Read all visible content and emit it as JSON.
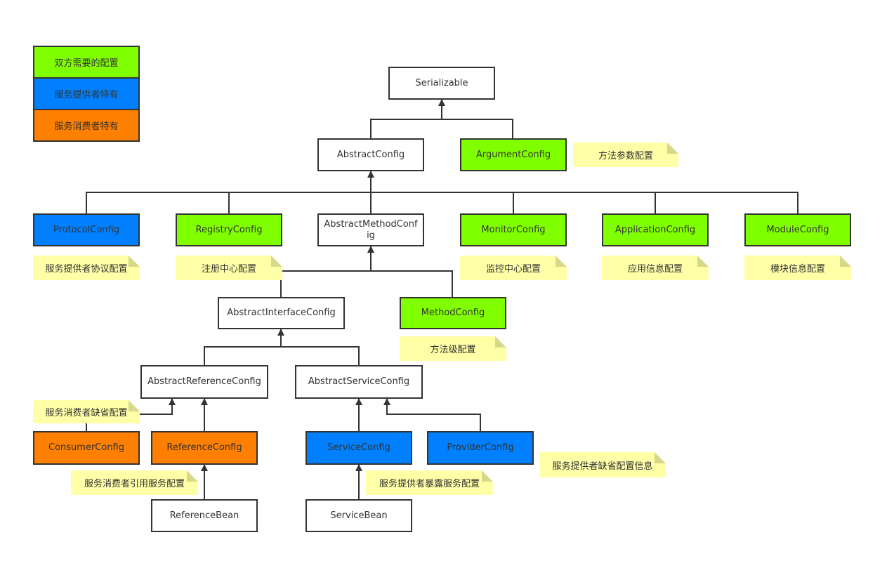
{
  "colors": {
    "both": "#7fff00",
    "provider": "#0080ff",
    "consumer": "#ff7f00",
    "plain": "#ffffff",
    "note": "#ffffa8",
    "line": "#333333"
  },
  "legend": {
    "both": "双方需要的配置",
    "provider": "服务提供者特有",
    "consumer": "服务消费者特有"
  },
  "classes": {
    "serializable": "Serializable",
    "abstract_config": "AbstractConfig",
    "argument_config": "ArgumentConfig",
    "protocol_config": "ProtocolConfig",
    "registry_config": "RegistryConfig",
    "abstract_method_config": "AbstractMethodConfig",
    "monitor_config": "MonitorConfig",
    "application_config": "ApplicationConfig",
    "module_config": "ModuleConfig",
    "abstract_interface_config": "AbstractInterfaceConfig",
    "method_config": "MethodConfig",
    "abstract_reference_config": "AbstractReferenceConfig",
    "abstract_service_config": "AbstractServiceConfig",
    "consumer_config": "ConsumerConfig",
    "reference_config": "ReferenceConfig",
    "service_config": "ServiceConfig",
    "provider_config": "ProviderConfig",
    "reference_bean": "ReferenceBean",
    "service_bean": "ServiceBean"
  },
  "notes": {
    "argument": "方法参数配置",
    "protocol": "服务提供者协议配置",
    "registry": "注册中心配置",
    "monitor": "监控中心配置",
    "application": "应用信息配置",
    "module": "模块信息配置",
    "method": "方法级配置",
    "consumer_default": "服务消费者缺省配置",
    "provider_default": "服务提供者缺省配置信息",
    "consumer_reference": "服务消费者引用服务配置",
    "provider_export": "服务提供者暴露服务配置"
  }
}
